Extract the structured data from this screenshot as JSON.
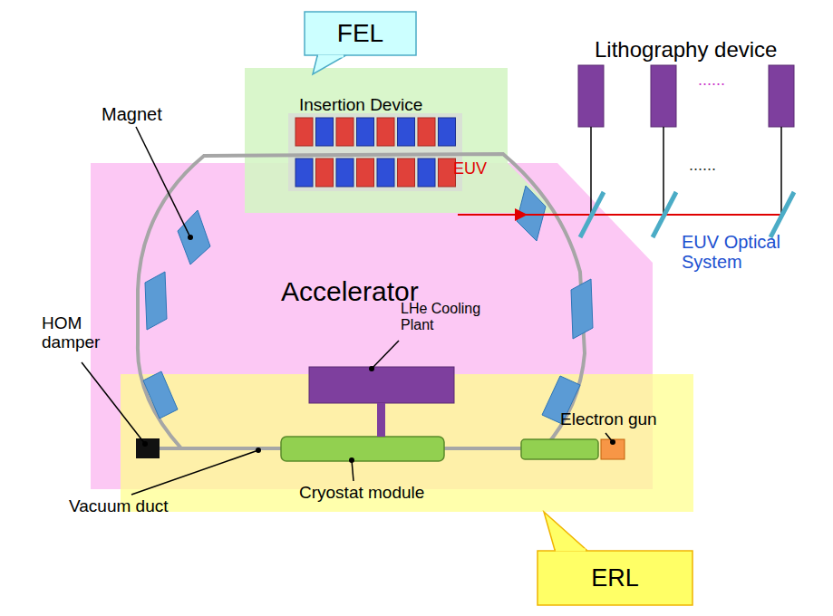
{
  "diagram": {
    "nodes": [
      {
        "text": [
          "FEL"
        ]
      },
      {
        "text": [
          "Accelerator"
        ]
      },
      {
        "text": [
          "ERL"
        ]
      }
    ],
    "labels": [
      "Lithography device",
      "......",
      "Insertion Device",
      "Magnet",
      "EUV",
      "EUV Optical System",
      "......",
      "LHe Cooling Plant",
      "HOM damper",
      "Electron gun",
      "Vacuum duct",
      "Cryostat module"
    ]
  }
}
